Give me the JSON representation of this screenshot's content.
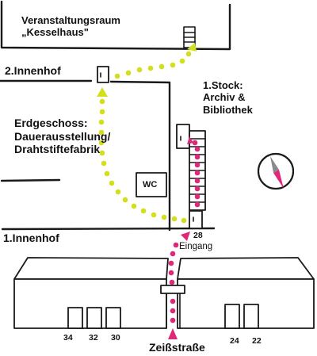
{
  "labels": {
    "event_room_line1": "Veranstaltungsraum",
    "event_room_line2": "„Kesselhaus\"",
    "courtyard_2": "2.Innenhof",
    "ground_floor_line1": "Erdgeschoss:",
    "ground_floor_line2": "Dauerausstellung/",
    "ground_floor_line3": "Drahtstiftefabrik",
    "first_floor_line1": "1.Stock:",
    "first_floor_line2": "Archiv &",
    "first_floor_line3": "Bibliothek",
    "wc": "WC",
    "courtyard_1": "1.Innenhof",
    "entrance": "Eingang",
    "entrance_number": "28",
    "street": "Zeißstraße"
  },
  "house_numbers": [
    "34",
    "32",
    "30",
    "24",
    "22"
  ],
  "colors": {
    "line": "#1a1a1a",
    "route_yellow": "#d4df1c",
    "route_magenta": "#e0287a",
    "compass_gray": "#8a8a8a"
  },
  "icons": [
    "compass-icon",
    "door-icon",
    "stairs-icon"
  ]
}
